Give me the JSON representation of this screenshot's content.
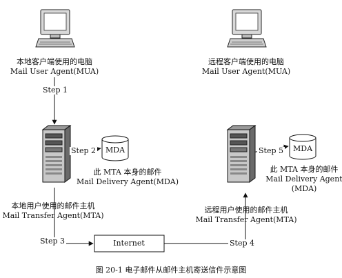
{
  "local_client": {
    "name": "本地客户端使用的电脑",
    "agent": "Mail User Agent(MUA)"
  },
  "remote_client": {
    "name": "远程客户端使用的电脑",
    "agent": "Mail User Agent(MUA)"
  },
  "local_server": {
    "name": "本地用户使用的邮件主机",
    "agent": "Mail Transfer Agent(MTA)",
    "mda_box": "MDA",
    "mda_desc": "此 MTA 本身的邮件",
    "mda_agent": "Mail Delivery Agent(MDA)"
  },
  "remote_server": {
    "name": "远程用户使用的邮件主机",
    "agent": "Mail Transfer Agent(MTA)",
    "mda_box": "MDA",
    "mda_desc": "此 MTA 本身的邮件",
    "mda_agent": "Mail Delivery Agent",
    "mda_agent_abbr": "(MDA)"
  },
  "internet": "Internet",
  "steps": {
    "s1": "Step 1",
    "s2": "Step 2",
    "s3": "Step 3",
    "s4": "Step 4",
    "s5": "Step 5"
  },
  "caption": "图 20-1    电子邮件从邮件主机寄送信件示意图"
}
